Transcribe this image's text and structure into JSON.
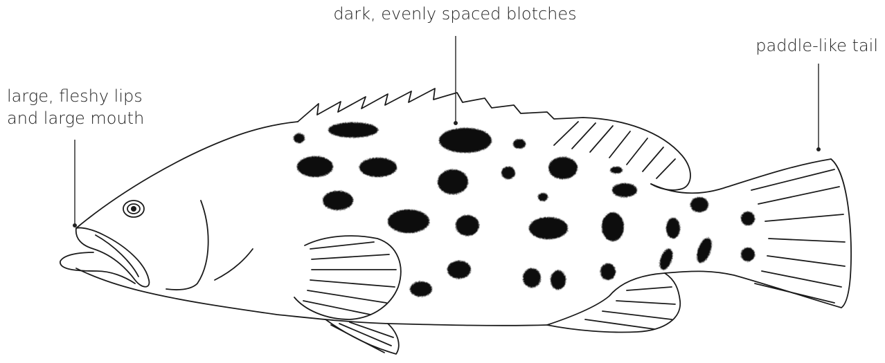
{
  "annotations": {
    "blotches": "dark, evenly spaced blotches",
    "tail": "paddle-like tail",
    "lips_line1": "large, fleshy lips",
    "lips_line2": "and large mouth"
  },
  "colors": {
    "outline": "#1a1a1a",
    "blotch": "#0d0d0d",
    "text": "#222222",
    "background": "#ffffff"
  }
}
